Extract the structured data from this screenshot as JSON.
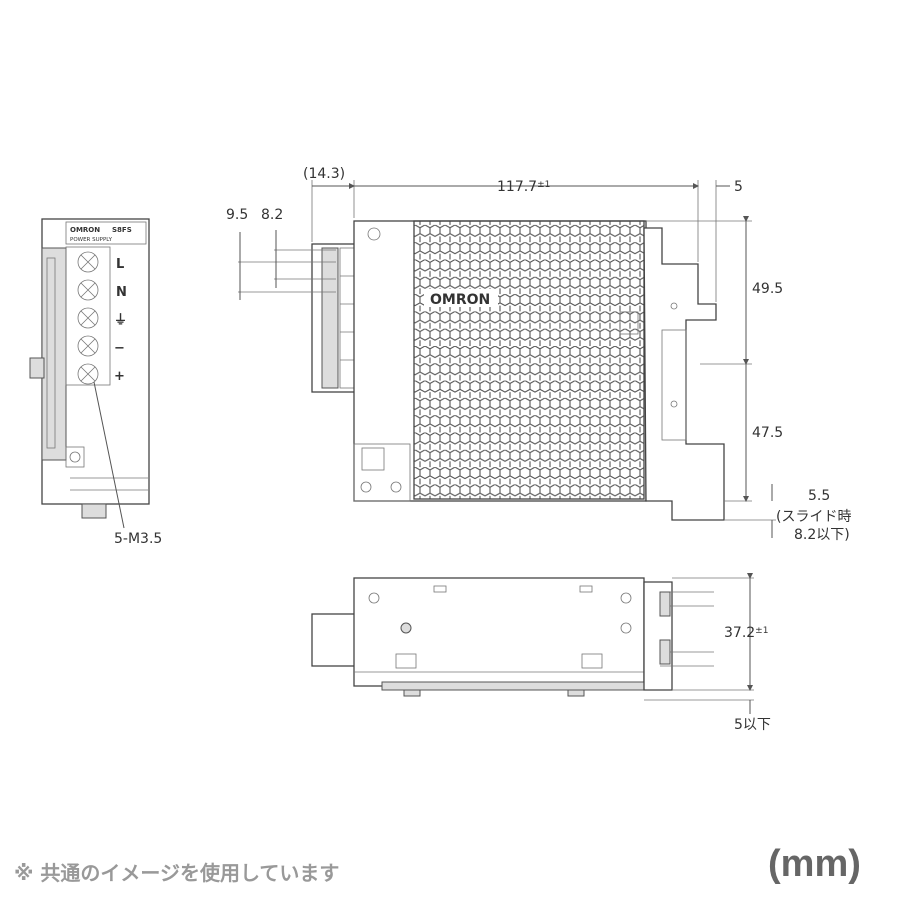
{
  "brand_label": "OMRON",
  "product_series": "S8FS",
  "product_caption": "POWER SUPPLY",
  "terminals": [
    "L",
    "N",
    "⏚",
    "−",
    "+"
  ],
  "screw_spec": "5-M3.5",
  "dims": {
    "depth_offset": "(14.3)",
    "length": "117.7",
    "length_tol": "±1",
    "rail_gap": "5",
    "pitch_a": "9.5",
    "pitch_b": "8.2",
    "upper": "49.5",
    "lower": "47.5",
    "slide": "5.5",
    "slide_note_1": "(スライド時",
    "slide_note_2": "8.2以下)",
    "width": "37.2",
    "width_tol": "±1",
    "bottom": "5以下"
  },
  "footnote": "※ 共通のイメージを使用しています",
  "unit": "(mm)"
}
